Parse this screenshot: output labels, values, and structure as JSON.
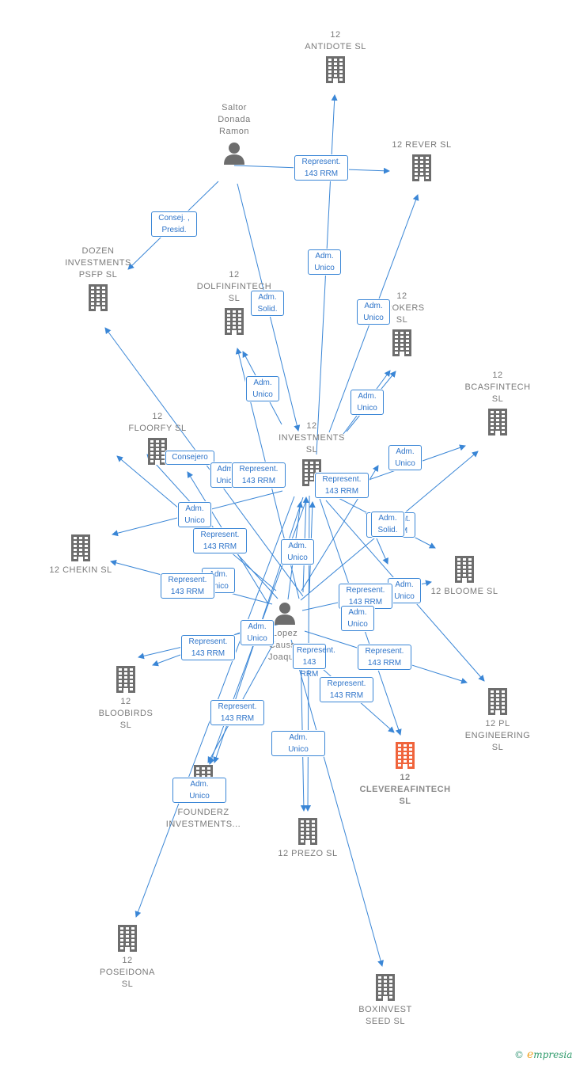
{
  "nodes": [
    {
      "id": "antidote",
      "label": "12\nANTIDOTE  SL",
      "type": "company"
    },
    {
      "id": "saltor",
      "label": "Saltor\nDonada\nRamon",
      "type": "person"
    },
    {
      "id": "rever",
      "label": "12 REVER  SL",
      "type": "company"
    },
    {
      "id": "dozen",
      "label": "DOZEN\nINVESTMENTS\nPSFP  SL",
      "type": "company"
    },
    {
      "id": "dolfin",
      "label": "12\nDOLFINFINTECH\nSL",
      "type": "company"
    },
    {
      "id": "brokers",
      "label": "12\nBROKERS\nSL",
      "type": "company"
    },
    {
      "id": "bcas",
      "label": "12\nBCASFINTECH\nSL",
      "type": "company"
    },
    {
      "id": "floorfy",
      "label": "12\nFLOORFY  SL",
      "type": "company"
    },
    {
      "id": "investments",
      "label": "12\nINVESTMENTS\nSL",
      "type": "company"
    },
    {
      "id": "chekin",
      "label": "12 CHEKIN  SL",
      "type": "company"
    },
    {
      "id": "bloome",
      "label": "12 BLOOME  SL",
      "type": "company"
    },
    {
      "id": "lopez",
      "label": "Lopez\nCausse\nJoaquin",
      "type": "person"
    },
    {
      "id": "bloobirds",
      "label": "12\nBLOOBIRDS\nSL",
      "type": "company"
    },
    {
      "id": "pl",
      "label": "12 PL\nENGINEERING\nSL",
      "type": "company"
    },
    {
      "id": "clevere",
      "label": "12\nCLEVEREAFINTECH\nSL",
      "type": "target"
    },
    {
      "id": "founderz",
      "label": "12\nFOUNDERZ\nINVESTMENTS...",
      "type": "company"
    },
    {
      "id": "prezo",
      "label": "12 PREZO  SL",
      "type": "company"
    },
    {
      "id": "poseidona",
      "label": "12\nPOSEIDONA\nSL",
      "type": "company"
    },
    {
      "id": "boxinvest",
      "label": "BOXINVEST\nSEED  SL",
      "type": "company"
    }
  ],
  "edge_labels": [
    {
      "id": "l1",
      "text": "Represent.\n143 RRM"
    },
    {
      "id": "l2",
      "text": "Consej. ,\nPresid."
    },
    {
      "id": "l3",
      "text": "Adm.\nUnico"
    },
    {
      "id": "l4",
      "text": "Adm.\nSolid."
    },
    {
      "id": "l5",
      "text": "Adm.\nUnico"
    },
    {
      "id": "l6",
      "text": "Adm.\nUnico"
    },
    {
      "id": "l7",
      "text": "Adm.\nUnico"
    },
    {
      "id": "l8",
      "text": "Consejero"
    },
    {
      "id": "l9",
      "text": "Adm.\nUnico"
    },
    {
      "id": "l10",
      "text": "Represent.\n143 RRM"
    },
    {
      "id": "l11",
      "text": "Represent.\n143 RRM"
    },
    {
      "id": "l12",
      "text": "Adm.\nUnico"
    },
    {
      "id": "l13",
      "text": "Adm.\nUnico"
    },
    {
      "id": "l14",
      "text": "Represent.\n143 RRM"
    },
    {
      "id": "l15",
      "text": "Adm.\nSolid."
    },
    {
      "id": "l16",
      "text": "Represent.\n143 RRM"
    },
    {
      "id": "l17",
      "text": "Adm.\nUnico"
    },
    {
      "id": "l18",
      "text": "Adm.\nUnico"
    },
    {
      "id": "l19",
      "text": "Represent.\n143 RRM"
    },
    {
      "id": "l20",
      "text": "Adm.\nUnico"
    },
    {
      "id": "l21",
      "text": "Represent.\n143 RRM"
    },
    {
      "id": "l22",
      "text": "Adm.\nUnico"
    },
    {
      "id": "l23",
      "text": "Adm.\nUnico"
    },
    {
      "id": "l24",
      "text": "Represent.\n143 RRM"
    },
    {
      "id": "l25",
      "text": "Represent.\n143 RRM"
    },
    {
      "id": "l26",
      "text": "Represent.\n143 RRM"
    },
    {
      "id": "l27",
      "text": "Represent.\n143 RRM"
    },
    {
      "id": "l28",
      "text": "Represent.\n143 RRM"
    },
    {
      "id": "l29",
      "text": "Adm.\nUnico"
    },
    {
      "id": "l30",
      "text": "Adm.\nUnico"
    }
  ],
  "colors": {
    "edge": "#3a86d6",
    "company_icon": "#6d6d6d",
    "target_icon": "#f0643c",
    "label_text": "#7a7a7a"
  },
  "brand": {
    "copyright": "©",
    "name": "mpresia",
    "initial": "e"
  }
}
